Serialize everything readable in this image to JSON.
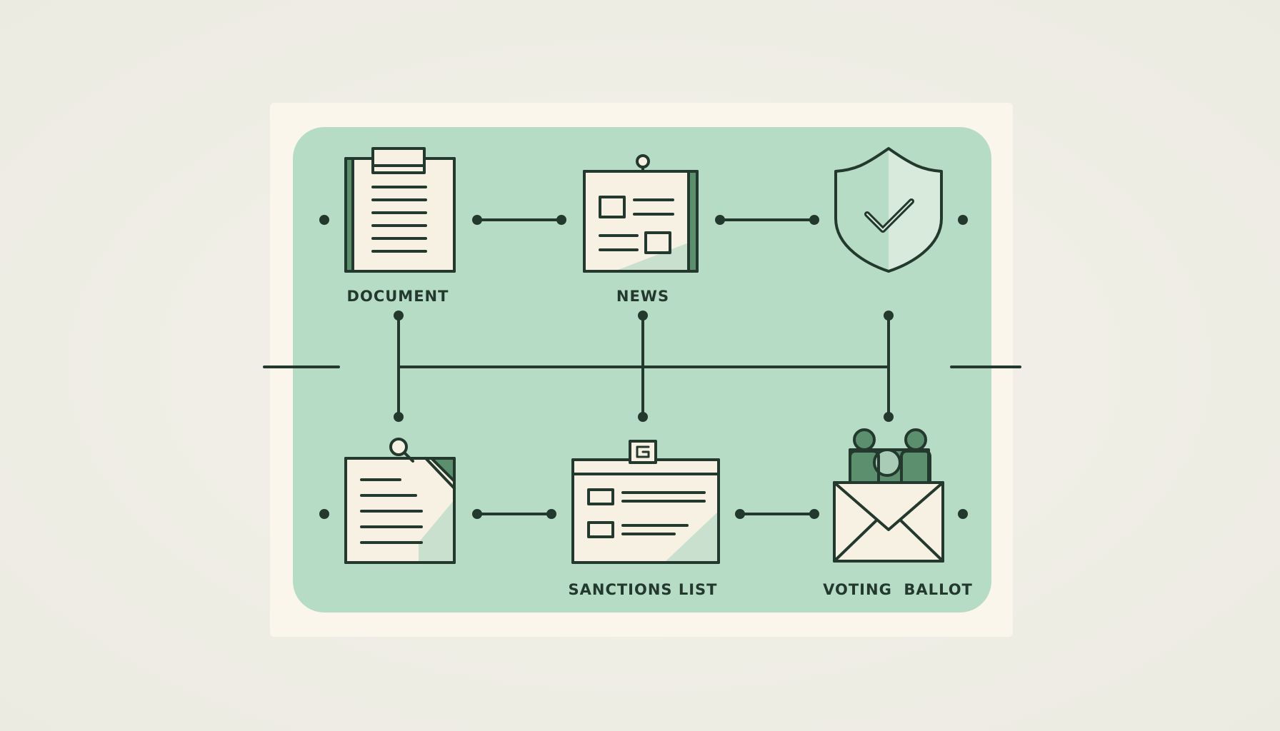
{
  "nodes": {
    "document": {
      "label": "DOCUMENT"
    },
    "news": {
      "label": "NEWS"
    },
    "sanctions_list": {
      "label": "SANCTIONS LIST"
    },
    "voting_ballot": {
      "label": "VOTING  BALLOT"
    }
  },
  "colors": {
    "background": "#f0efe6",
    "frame": "#fbf6ec",
    "panel": "#b6dcc5",
    "stroke": "#23392d",
    "icon_fill": "#f7f1e3",
    "icon_accent": "#5b8f6d"
  },
  "icons": [
    "clipboard-icon",
    "news-card-icon",
    "shield-check-icon",
    "note-page-icon",
    "sanctions-card-icon",
    "ballot-envelope-icon"
  ]
}
